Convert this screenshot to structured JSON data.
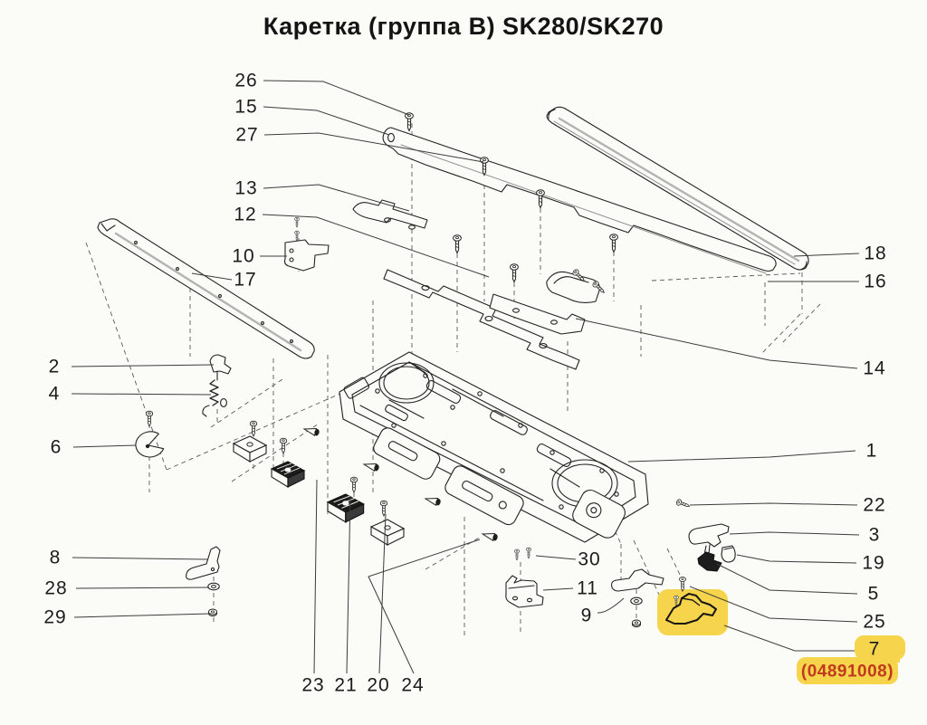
{
  "title": "Каретка (группа B) SK280/SK270",
  "colors": {
    "highlight": "#f6d44c",
    "code_text": "#c23a1d",
    "ink": "#222222"
  },
  "highlight": {
    "part_label": "7",
    "part_code": "(04891008)"
  },
  "labels": {
    "n1": "1",
    "n2": "2",
    "n3": "3",
    "n4": "4",
    "n5": "5",
    "n6": "6",
    "n7": "7",
    "n8": "8",
    "n9": "9",
    "n10": "10",
    "n11": "11",
    "n12": "12",
    "n13": "13",
    "n14": "14",
    "n15": "15",
    "n16": "16",
    "n17": "17",
    "n18": "18",
    "n19": "19",
    "n20": "20",
    "n21": "21",
    "n22": "22",
    "n23": "23",
    "n24": "24",
    "n25": "25",
    "n26": "26",
    "n27": "27",
    "n28": "28",
    "n29": "29",
    "n30": "30"
  }
}
